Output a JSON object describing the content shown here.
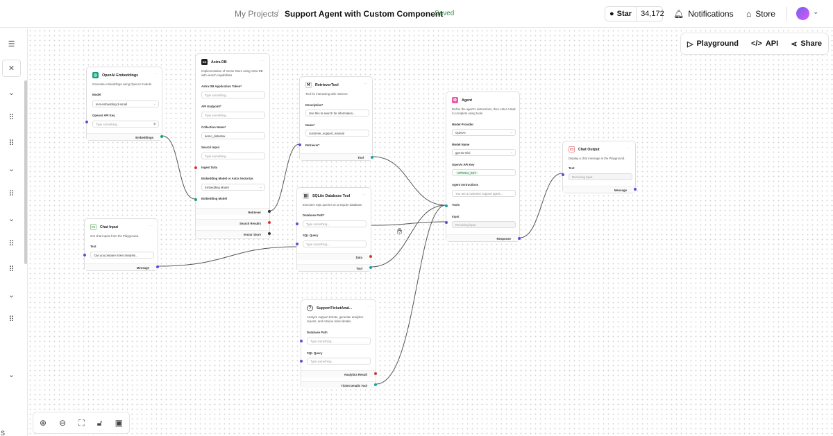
{
  "header": {
    "breadcrumb_parent": "My Projects",
    "separator": "/",
    "project_title": "Support Agent with Custom Component",
    "status": "Saved",
    "star_label": "Star",
    "star_count": "34,172",
    "notifications_label": "Notifications",
    "store_label": "Store"
  },
  "toolbar": {
    "playground_label": "Playground",
    "api_label": "API",
    "share_label": "Share"
  },
  "sidebar": {
    "bottom_letter": "S"
  },
  "nodes": {
    "embeddings": {
      "title": "OpenAI Embeddings",
      "desc": "Generate embeddings using OpenAI models.",
      "model_label": "Model",
      "model_value": "text-embedding-3-small",
      "key_label": "OpenAI API Key",
      "key_placeholder": "Type something...",
      "output": "Embeddings"
    },
    "astra": {
      "title": "Astra DB",
      "desc": "Implementation of Vector Store using Astra DB with search capabilities",
      "token_label": "Astra DB Application Token*",
      "token_placeholder": "Type something...",
      "endpoint_label": "API Endpoint*",
      "endpoint_placeholder": "Type something...",
      "collection_label": "Collection Name*",
      "collection_value": "demo_datastax",
      "search_label": "Search Input",
      "search_placeholder": "Type something...",
      "ingest_label": "Ingest Data",
      "emb_or_label": "Embedding Model or Astra Vectorize",
      "emb_or_value": "Embedding Model",
      "emb_model_label": "Embedding Model",
      "out_retriever": "Retriever",
      "out_search": "Search Results",
      "out_vector": "Vector Store"
    },
    "retriever": {
      "title": "RetrieverTool",
      "desc": "Tool for interacting with retriever",
      "desc_label": "Description*",
      "desc_value": "Use this to search for information...",
      "name_label": "Name*",
      "name_value": "customer_support_manual",
      "retriever_label": "Retriever*",
      "output": "Tool"
    },
    "chat_input": {
      "title": "Chat Input",
      "desc": "Get chat inputs from the Playground.",
      "text_label": "Text",
      "text_value": "Can you prepare ticket analysis...",
      "output": "Message"
    },
    "sqlite": {
      "title": "SQLite Database Tool",
      "desc": "Executes SQL queries on a SQLite database",
      "db_label": "Database Path*",
      "db_placeholder": "Type something...",
      "query_label": "SQL Query",
      "query_placeholder": "Type something...",
      "out_data": "Data",
      "out_tool": "Tool"
    },
    "agent": {
      "title": "Agent",
      "desc": "Define the agent's instructions, then enter a task to complete using tools.",
      "provider_label": "Model Provider",
      "provider_value": "OpenAI",
      "model_label": "Model Name",
      "model_value": "gpt-4o-mini",
      "key_label": "OpenAI API Key",
      "key_value": "OPENAI_KEY",
      "instr_label": "Agent Instructions",
      "instr_value": "You are a customer support agent...",
      "tools_label": "Tools",
      "input_label": "Input",
      "input_placeholder": "Receiving input",
      "output": "Response"
    },
    "chat_output": {
      "title": "Chat Output",
      "desc": "Display a chat message in the Playground.",
      "text_label": "Text",
      "text_placeholder": "Receiving input",
      "output": "Message"
    },
    "support": {
      "title": "SupportTicketAnal...",
      "desc": "Analyze support tickets, generate analytics reports, and retrieve ticket details.",
      "db_label": "Database Path",
      "db_placeholder": "Type something...",
      "query_label": "SQL Query",
      "query_placeholder": "Type something...",
      "out_analytics": "Analytics Result",
      "out_tool": "Ticket Details Tool"
    }
  }
}
